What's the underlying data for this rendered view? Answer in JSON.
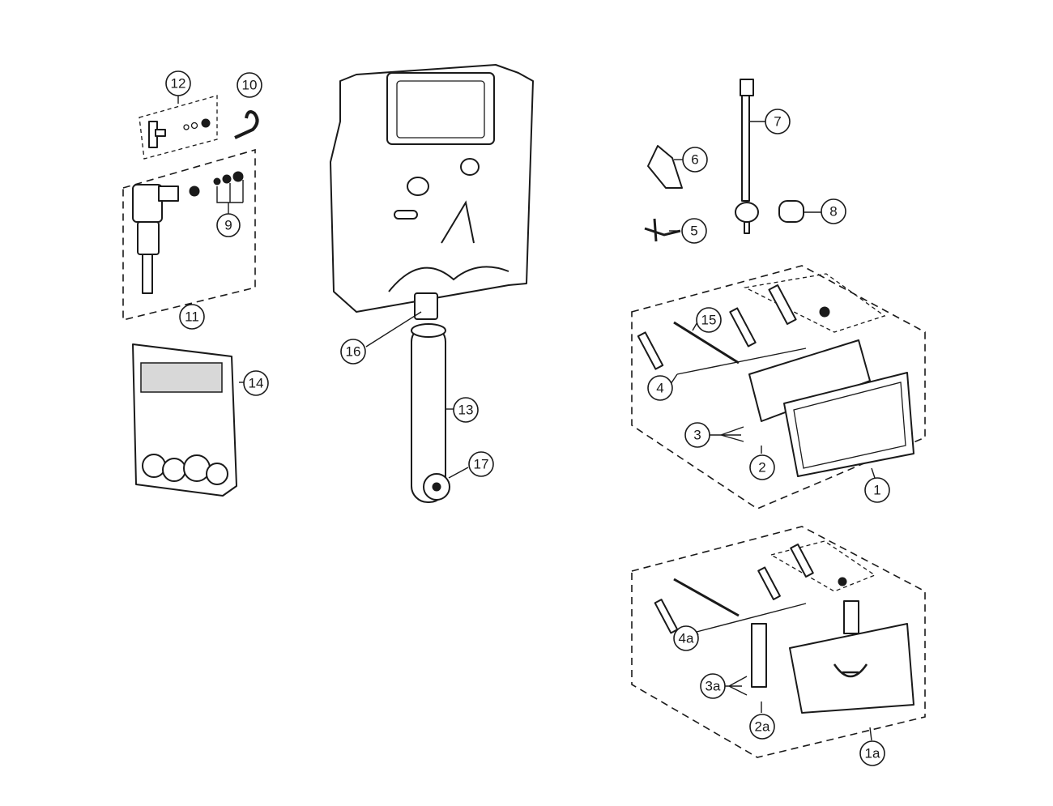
{
  "diagram": {
    "callouts": {
      "c1": "1",
      "c1a": "1a",
      "c2": "2",
      "c2a": "2a",
      "c3": "3",
      "c3a": "3a",
      "c4": "4",
      "c4a": "4a",
      "c5": "5",
      "c6": "6",
      "c7": "7",
      "c8": "8",
      "c9": "9",
      "c10": "10",
      "c11": "11",
      "c12": "12",
      "c13": "13",
      "c14": "14",
      "c15": "15",
      "c16": "16",
      "c17": "17"
    }
  }
}
